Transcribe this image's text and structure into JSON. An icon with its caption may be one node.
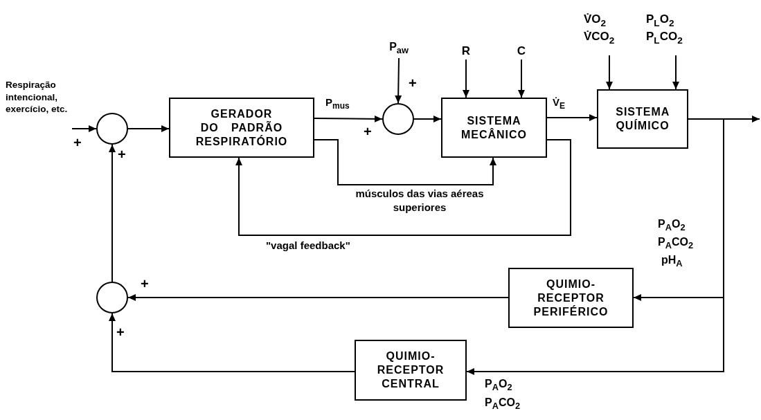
{
  "diagram": {
    "nodes": [
      {
        "text": [
          "Respiração intencional, exercício, etc."
        ]
      },
      {
        "text": [],
        "shape": "circle"
      },
      {
        "text": [
          "GERADOR DO PADRÃO RESPIRATÓRIO"
        ]
      },
      {
        "text": [],
        "shape": "circle"
      },
      {
        "text": [
          "P$_{aw}$"
        ]
      },
      {
        "text": [
          "SISTEMA MECÂNICO"
        ]
      },
      {
        "text": [
          "R"
        ]
      },
      {
        "text": [
          "C"
        ]
      },
      {
        "text": [
          "V̇O$_{2}$",
          "V̇CO$_{2}$"
        ]
      },
      {
        "text": [
          "P$_{L}$O$_{2}$",
          "P$_{L}$CO$_{2}$"
        ]
      },
      {
        "text": [
          "SISTEMA QUÍMICO"
        ]
      },
      {
        "text": [
          "QUIMIO- RECEPTOR PERIFÉRICO"
        ]
      },
      {
        "text": [],
        "shape": "circle"
      },
      {
        "text": [
          "QUIMIO- RECEPTOR CENTRAL"
        ]
      }
    ],
    "edges": [
      {
        "from": 0,
        "to": 1,
        "arrow": "to"
      },
      {
        "from": 1,
        "to": 2,
        "arrow": "to"
      },
      {
        "from": 2,
        "to": 3,
        "arrow": "to",
        "label": "P$_{mus}$"
      },
      {
        "from": 4,
        "to": 3,
        "arrow": "to"
      },
      {
        "from": 3,
        "to": 5,
        "arrow": "to"
      },
      {
        "from": 6,
        "to": 5,
        "arrow": "to"
      },
      {
        "from": 7,
        "to": 5,
        "arrow": "to"
      },
      {
        "from": 5,
        "to": 10,
        "arrow": "to",
        "label": "V̇$_{E}$"
      },
      {
        "from": 8,
        "to": 10,
        "arrow": "to"
      },
      {
        "from": 9,
        "to": 10,
        "arrow": "to"
      },
      {
        "from": 10,
        "to": null,
        "arrow": "to"
      },
      {
        "from": 2,
        "to": 5,
        "arrow": "to",
        "label": "músculos das vias aéreas superiores"
      },
      {
        "from": 5,
        "to": 2,
        "arrow": "to",
        "label": "\"vagal feedback\""
      },
      {
        "from": 10,
        "to": 11,
        "arrow": "to"
      },
      {
        "from": 10,
        "to": 13,
        "arrow": "to"
      },
      {
        "from": 11,
        "to": 12,
        "arrow": "to"
      },
      {
        "from": 13,
        "to": 12,
        "arrow": "to"
      },
      {
        "from": 12,
        "to": 1,
        "arrow": "to"
      }
    ],
    "labels": [
      "+",
      "+",
      "+",
      "+",
      "P$_{A}$O$_{2}$",
      "P$_{A}$CO$_{2}$",
      "pH$_{A}$",
      "+",
      "+",
      "P$_{A}$O$_{2}$",
      "P$_{A}$CO$_{2}$"
    ]
  }
}
